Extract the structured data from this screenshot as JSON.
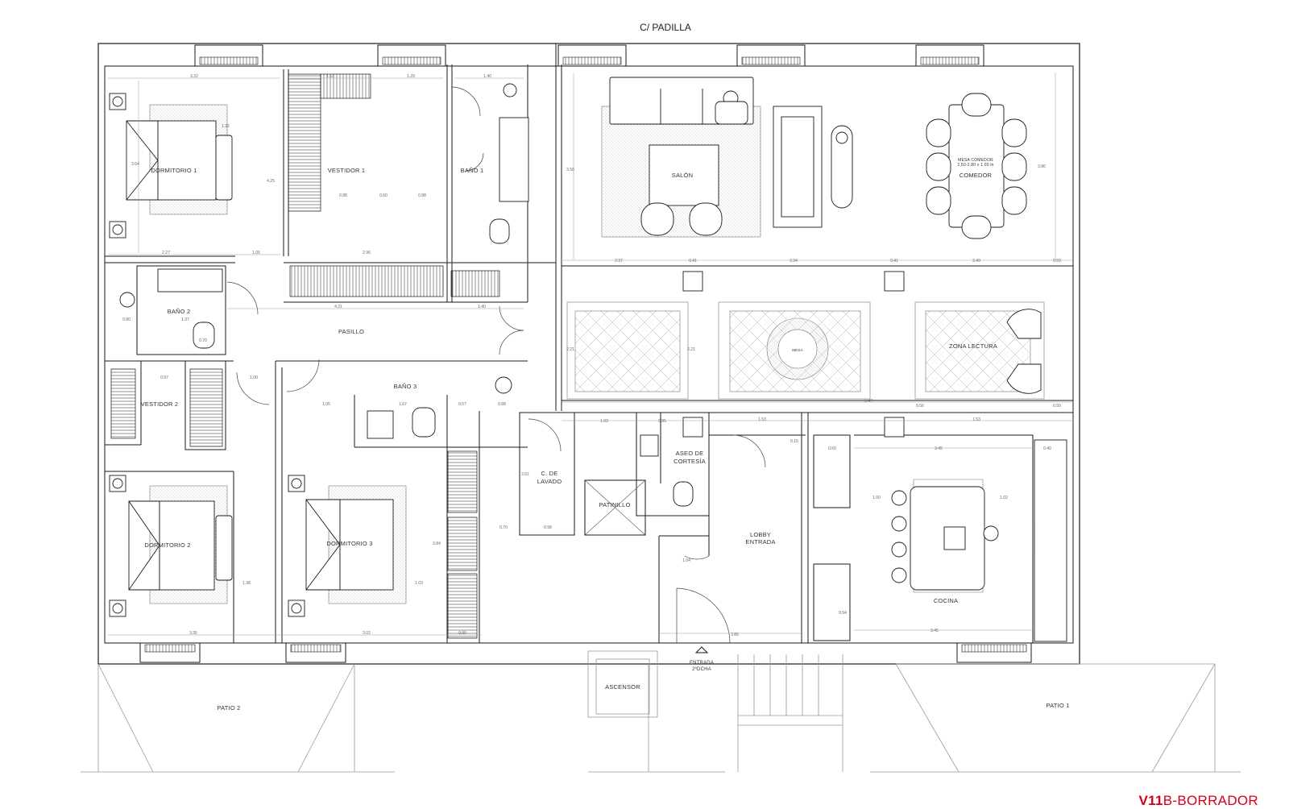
{
  "street": "C/ PADILLA",
  "rooms": {
    "dormitorio_1": "DORMITORIO 1",
    "vestidor_1": "VESTIDOR 1",
    "bano_1": "BAÑO 1",
    "salon": "SALÓN",
    "comedor": "COMEDOR",
    "mesa_comedor": "MESA COMEDOR",
    "mesa_comedor_size": "2,50-2,80 x 1,00 m",
    "bano_2": "BAÑO 2",
    "pasillo": "PASILLO",
    "vestidor_2": "VESTIDOR 2",
    "bano_3": "BAÑO 3",
    "zona_lectura": "ZONA LECTURA",
    "mesa_lectura": "MESA",
    "c_lavado_1": "C. DE",
    "c_lavado_2": "LAVADO",
    "patinillo": "PATINILLO",
    "aseo_1": "ASEO DE",
    "aseo_2": "CORTESÍA",
    "lobby_1": "LOBBY",
    "lobby_2": "ENTRADA",
    "cocina": "COCINA",
    "dormitorio_2": "DORMITORIO 2",
    "dormitorio_3": "DORMITORIO 3",
    "entrada_1": "ENTRADA",
    "entrada_2": "2ºDCHA",
    "ascensor": "ASCENSOR",
    "patio_2": "PATIO 2",
    "patio_1": "PATIO 1"
  },
  "dimensions": {
    "d1": "3.32",
    "d2": "1.32",
    "d3": "3.64",
    "d4": "2.27",
    "d5": "1.05",
    "d6": "2.96",
    "d7": "1.53",
    "d8": "1.29",
    "d9": "1.40",
    "d10": "0.88",
    "d11": "0.60",
    "d12": "0.88",
    "d13": "4.31",
    "d14": "1.40",
    "d15": "0.80",
    "d16": "1.37",
    "d17": "0.70",
    "d18": "0.97",
    "d19": "1.00",
    "d20": "1.05",
    "d21": "1.67",
    "d22": "0.57",
    "d23": "0.88",
    "d24": "2.37",
    "d25": "0.41",
    "d26": "3.34",
    "d27": "0.41",
    "d28": "3.49",
    "d29": "0.50",
    "d30": "3.47",
    "d31": "0.56",
    "d32": "0.50",
    "d33": "1.03",
    "d34": "0.85",
    "d35": "1.53",
    "d36": "1.53",
    "d37": "0.15",
    "d38": "0.60",
    "d39": "3.45",
    "d40": "0.40",
    "d41": "1.00",
    "d42": "1.02",
    "d43": "0.70",
    "d44": "0.98",
    "d45": "1.04",
    "d46": "3.86",
    "d47": "3.45",
    "d48": "3.35",
    "d49": "3.02",
    "d50": "0.90",
    "d51": "1.38",
    "d52": "1.03",
    "d53": "3.84",
    "d54": "2.61",
    "d55": "4.25",
    "d56": "3.56",
    "d57": "3.86",
    "d58": "2.21",
    "d59": "2.21",
    "d60": "0.94"
  },
  "version": {
    "bold": "V11",
    "rest": "B-BORRADOR"
  },
  "colors": {
    "ink": "#1a1a1a",
    "thin": "#555555",
    "dim": "#8a8a8a",
    "accent": "#d4001a"
  }
}
